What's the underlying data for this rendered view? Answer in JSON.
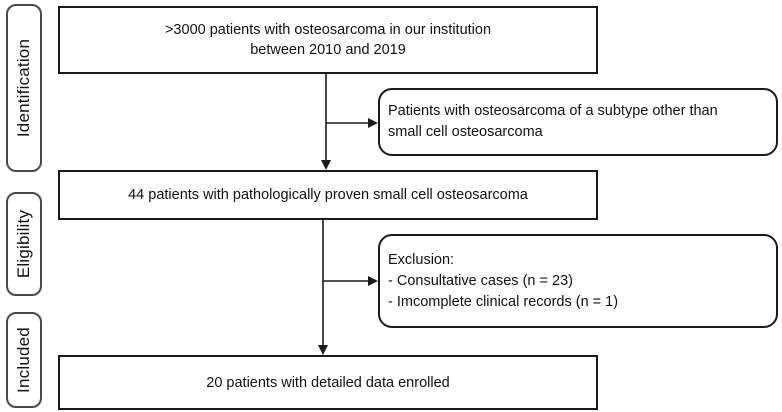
{
  "stages": {
    "identification": "Identification",
    "eligibility": "Eligibility",
    "included": "Included"
  },
  "boxes": {
    "identification": {
      "line1": ">3000 patients with osteosarcoma in our institution",
      "line2": "between 2010 and 2019"
    },
    "subtype_exclusion": {
      "line1": "Patients with osteosarcoma of a subtype other than",
      "line2": "small cell osteosarcoma"
    },
    "eligible": {
      "text": "44 patients with pathologically proven small cell osteosarcoma"
    },
    "exclusion": {
      "heading": "Exclusion:",
      "items": [
        "- Consultative cases (n = 23)",
        "- Imcomplete clinical records (n = 1)"
      ]
    },
    "included": {
      "text": "20 patients with detailed data enrolled"
    }
  },
  "colors": {
    "stage_border": "#4a4a4a",
    "box_border": "#1a1a1a",
    "arrow": "#1a1a1a"
  }
}
